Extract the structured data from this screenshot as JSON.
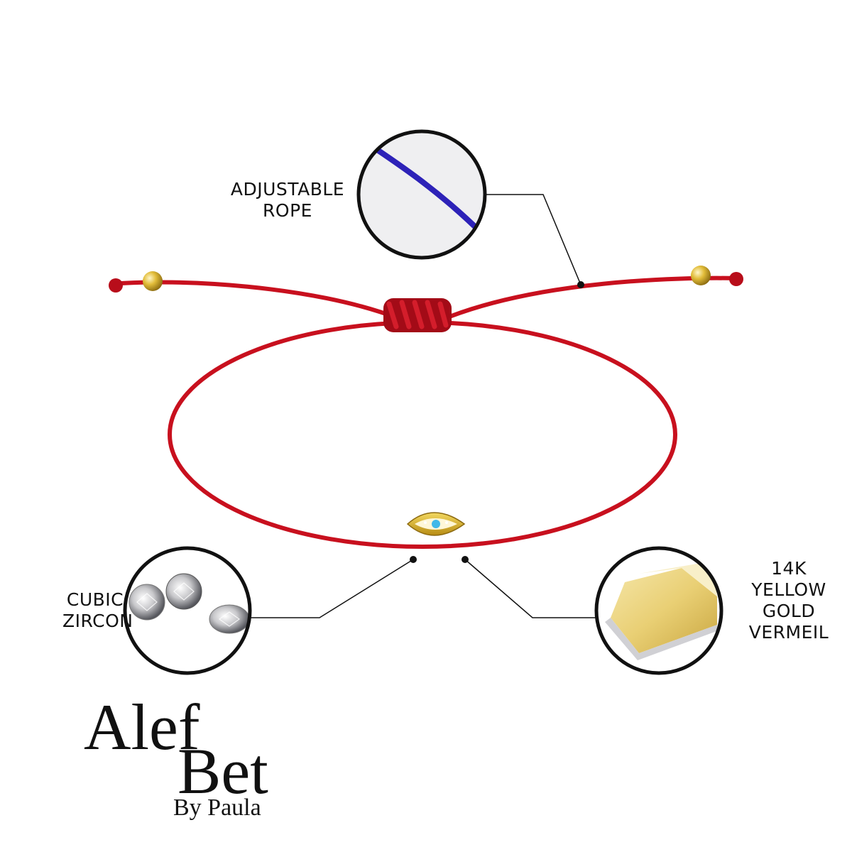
{
  "callouts": {
    "rope": {
      "line1": "ADJUSTABLE",
      "line2": "ROPE",
      "icon": "blue-cord-closeup-icon"
    },
    "zircon": {
      "line1": "CUBIC",
      "line2": "ZIRCON",
      "icon": "zircon-gems-icon"
    },
    "gold": {
      "line1": "14K",
      "line2": "YELLOW",
      "line3": "GOLD",
      "line4": "VERMEIL",
      "icon": "gold-sheet-icon"
    }
  },
  "logo": {
    "line1": "Alef",
    "line2": "Bet",
    "line3": "By Paula"
  },
  "colors": {
    "cord": "#c8101e",
    "knot": "#b00d1a",
    "gold": "#d8b12a",
    "rope_closeup": "#2d22b8",
    "callout_circle_fill": "#efeff1",
    "outline": "#111111"
  }
}
